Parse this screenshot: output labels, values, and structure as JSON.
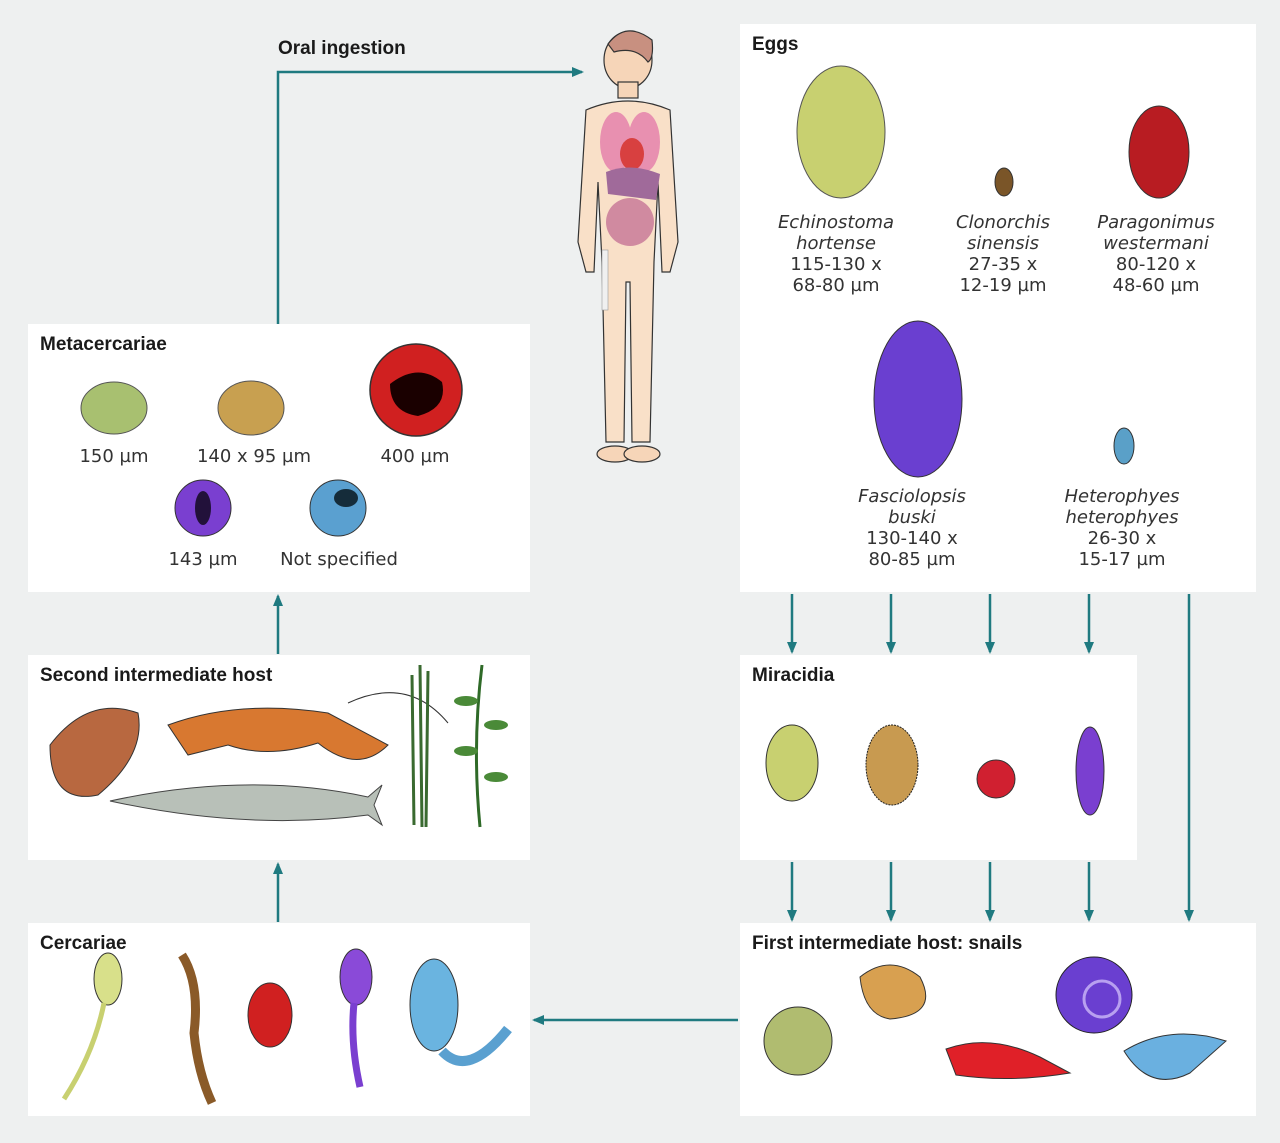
{
  "oral_ingestion": "Oral ingestion",
  "eggs": {
    "title": "Eggs",
    "items": [
      {
        "species1": "Echinostoma",
        "species2": "hortense",
        "size1": "115-130 x",
        "size2": "68-80 µm",
        "color": "#c8d070"
      },
      {
        "species1": "Clonorchis",
        "species2": "sinensis",
        "size1": "27-35 x",
        "size2": "12-19 µm",
        "color": "#7a5528"
      },
      {
        "species1": "Paragonimus",
        "species2": "westermani",
        "size1": "80-120 x",
        "size2": "48-60 µm",
        "color": "#b81c22"
      },
      {
        "species1": "Fasciolopsis",
        "species2": "buski",
        "size1": "130-140 x",
        "size2": "80-85 µm",
        "color": "#6a3fd0"
      },
      {
        "species1": "Heterophyes",
        "species2": "heterophyes",
        "size1": "26-30 x",
        "size2": "15-17 µm",
        "color": "#5aa0c8"
      }
    ]
  },
  "metacercariae": {
    "title": "Metacercariae",
    "items": [
      {
        "label": "150 µm",
        "color": "#a8c070"
      },
      {
        "label": "140 x 95 µm",
        "color": "#c8a050"
      },
      {
        "label": "400 µm",
        "color": "#d02020"
      },
      {
        "label": "143 µm",
        "color": "#7a3fd0"
      },
      {
        "label": "Not specified",
        "color": "#5aa0d0"
      }
    ]
  },
  "second_host": {
    "title": "Second intermediate host"
  },
  "miracidia": {
    "title": "Miracidia"
  },
  "cercariae": {
    "title": "Cercariae"
  },
  "first_host": {
    "title": "First intermediate host: snails"
  },
  "colors": {
    "arrow": "#1f7a80",
    "panel": "#ffffff",
    "background": "#eef0f0"
  }
}
